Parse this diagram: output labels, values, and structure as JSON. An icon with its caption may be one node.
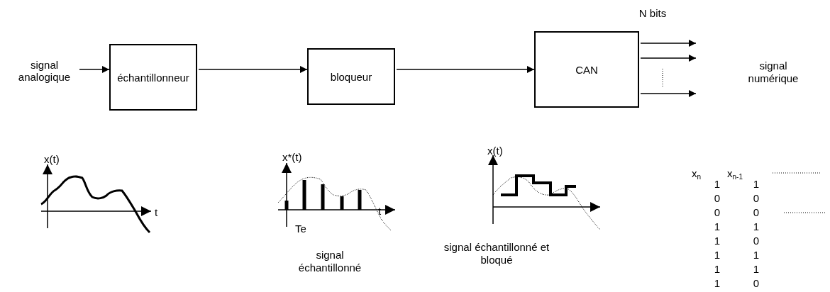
{
  "diagram": {
    "nodes": [
      {
        "text": [
          "signal analogique"
        ]
      },
      {
        "text": [
          "échantillonneur"
        ]
      },
      {
        "text": [
          "bloqueur"
        ]
      },
      {
        "text": [
          "CAN"
        ]
      }
    ],
    "edges": [
      {
        "from": 0,
        "to": 1,
        "arrow": "to"
      },
      {
        "from": 1,
        "to": 2,
        "arrow": "to"
      },
      {
        "from": 2,
        "to": 3,
        "arrow": "to"
      },
      {
        "from": 3,
        "to": null,
        "arrow": "to"
      },
      {
        "from": 3,
        "to": null,
        "arrow": "to"
      },
      {
        "from": 3,
        "to": null,
        "arrow": "to"
      }
    ],
    "labels": [
      "N bits",
      "signal numérique",
      "x$_{n}$",
      "x$_{n-1}$",
      "1",
      "1",
      "0",
      "0",
      "0",
      "0",
      "1",
      "1",
      "1",
      "0",
      "1",
      "1",
      "1",
      "1",
      "1",
      "0",
      "x(t)",
      "t",
      "x*(t)",
      "t",
      "Te",
      "signal échantillonné",
      "x(t)",
      "signal échantillonné et bloqué"
    ]
  }
}
